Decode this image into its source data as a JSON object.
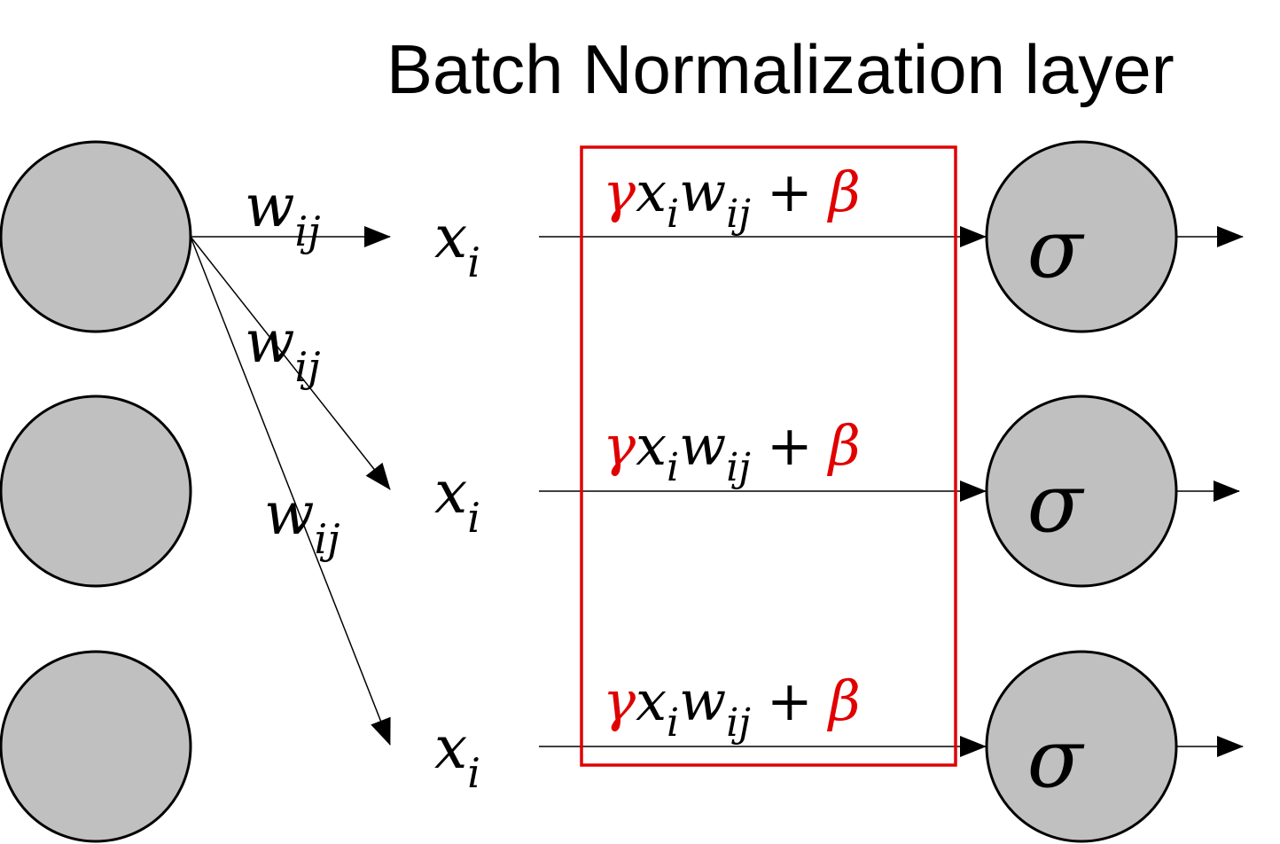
{
  "title": "Batch Normalization layer",
  "colors": {
    "node_fill": "#c0c0c0",
    "node_stroke": "#000000",
    "bn_box": "#e00000",
    "bn_params": "#e00000",
    "line": "#000000"
  },
  "input_nodes": [
    "",
    "",
    ""
  ],
  "weight_label": {
    "base": "w",
    "sub": "ij"
  },
  "activation_label": {
    "base": "x",
    "sub": "i"
  },
  "bn_expression": {
    "gamma": "γ",
    "x": "x",
    "x_sub": "i",
    "w": "w",
    "w_sub": "ij",
    "plus": "+",
    "beta": "β"
  },
  "output_nodes": [
    {
      "symbol": "σ"
    },
    {
      "symbol": "σ"
    },
    {
      "symbol": "σ"
    }
  ]
}
